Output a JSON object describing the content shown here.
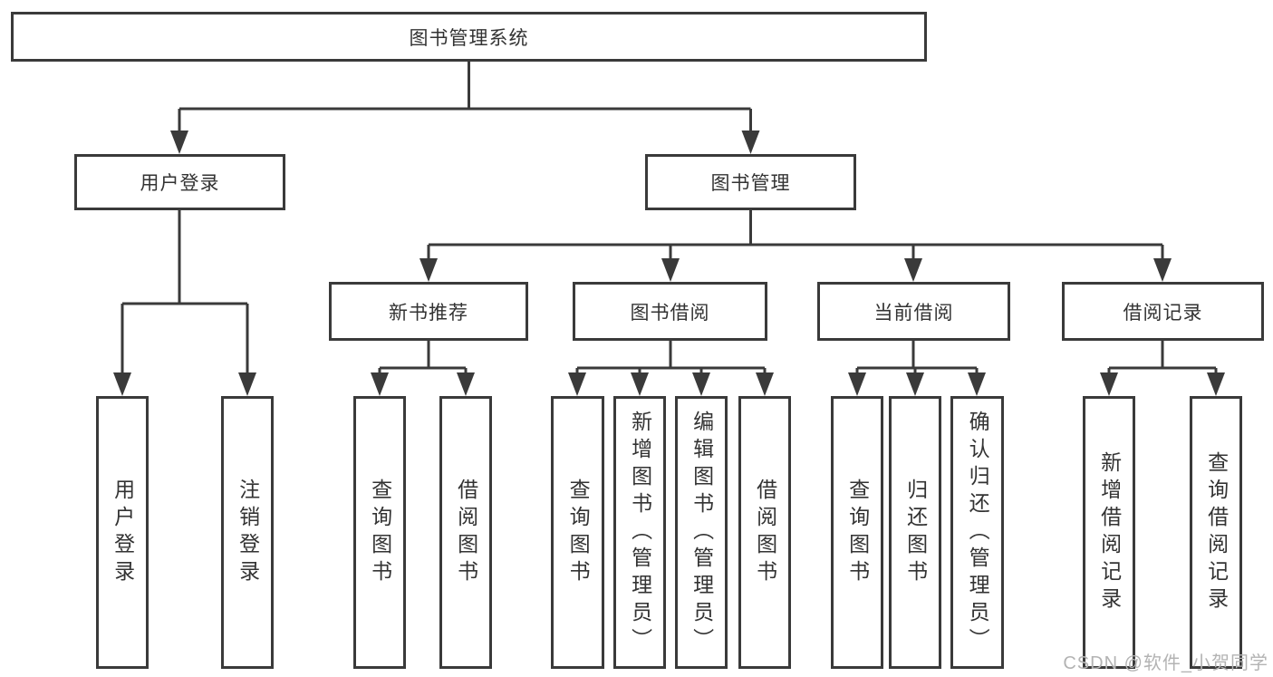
{
  "diagram": {
    "type": "tree-structure-diagram",
    "watermark": "CSDN @软件_小贺同学",
    "colors": {
      "line": "#3a3a3a",
      "text": "#333333",
      "background": "#ffffff",
      "watermark": "#b3b3b3"
    },
    "root": {
      "label": "图书管理系统"
    },
    "branches": [
      {
        "label": "用户登录",
        "children": [
          {
            "label": "用户登录"
          },
          {
            "label": "注销登录"
          }
        ]
      },
      {
        "label": "图书管理",
        "children": [
          {
            "label": "新书推荐",
            "children": [
              {
                "label": "查询图书"
              },
              {
                "label": "借阅图书"
              }
            ]
          },
          {
            "label": "图书借阅",
            "children": [
              {
                "label": "查询图书"
              },
              {
                "label": "新增图书（管理员）"
              },
              {
                "label": "编辑图书（管理员）"
              },
              {
                "label": "借阅图书"
              }
            ]
          },
          {
            "label": "当前借阅",
            "children": [
              {
                "label": "查询图书"
              },
              {
                "label": "归还图书"
              },
              {
                "label": "确认归还（管理员）"
              }
            ]
          },
          {
            "label": "借阅记录",
            "children": [
              {
                "label": "新增借阅记录"
              },
              {
                "label": "查询借阅记录"
              }
            ]
          }
        ]
      }
    ]
  }
}
